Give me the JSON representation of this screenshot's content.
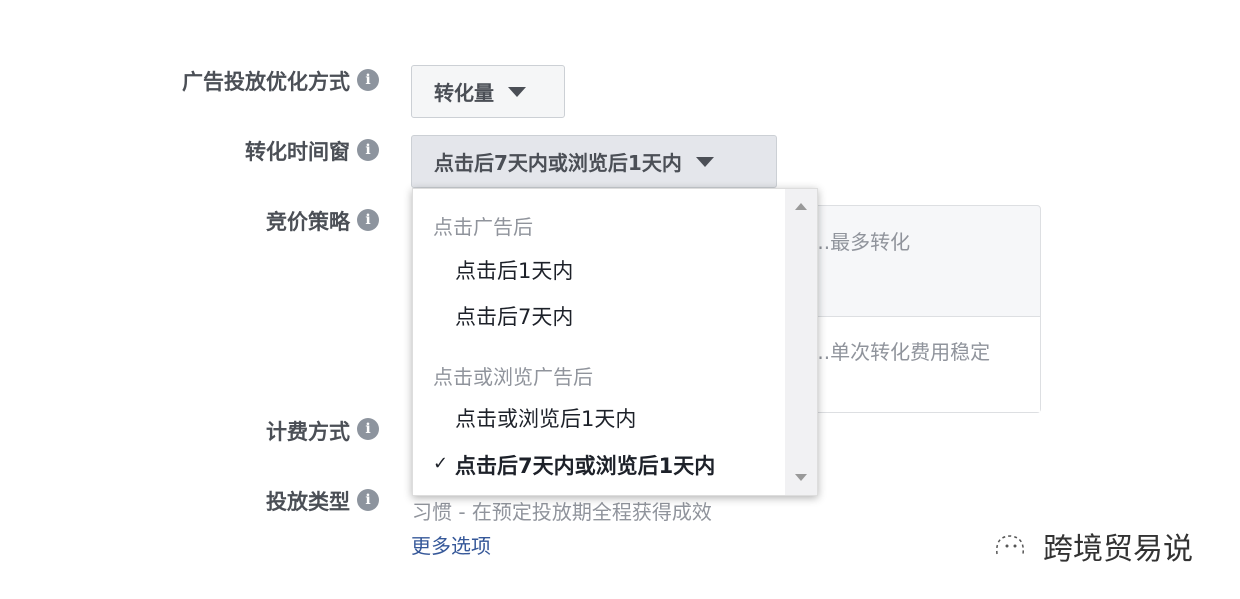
{
  "fields": [
    {
      "label": "广告投放优化方式",
      "value": "转化量"
    },
    {
      "label": "转化时间窗",
      "value": "点击后7天内或浏览后1天内"
    },
    {
      "label": "竞价策略"
    },
    {
      "label": "计费方式"
    },
    {
      "label": "投放类型"
    }
  ],
  "bid_options": [
    "...最多转化",
    "...单次转化费用稳定"
  ],
  "delivery_partial": "习惯 - 在预定投放期全程获得成效",
  "more_options": "更多选项",
  "dropdown": {
    "group1": "点击广告后",
    "group1_items": [
      "点击后1天内",
      "点击后7天内"
    ],
    "group2": "点击或浏览广告后",
    "group2_items": [
      "点击或浏览后1天内",
      "点击后7天内或浏览后1天内"
    ],
    "selected": "点击后7天内或浏览后1天内"
  },
  "watermark": "跨境贸易说",
  "info_icon": "i"
}
